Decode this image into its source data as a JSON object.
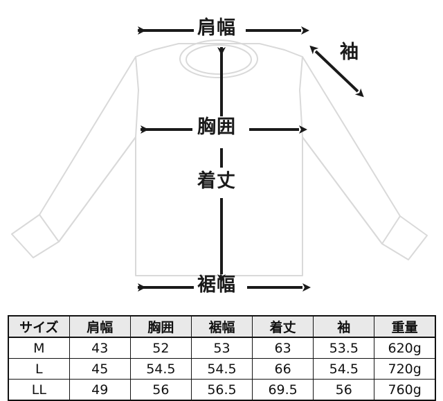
{
  "diagram": {
    "labels": {
      "shoulder": "肩幅",
      "chest": "胸囲",
      "length": "着丈",
      "hem": "裾幅",
      "sleeve": "袖"
    },
    "colors": {
      "garment_outline": "#d9d9d9",
      "arrow": "#1a1a1a",
      "background": "#ffffff"
    }
  },
  "table": {
    "headers": [
      "サイズ",
      "肩幅",
      "胸囲",
      "裾幅",
      "着丈",
      "袖",
      "重量"
    ],
    "rows": [
      [
        "M",
        "43",
        "52",
        "53",
        "63",
        "53.5",
        "620g"
      ],
      [
        "L",
        "45",
        "54.5",
        "54.5",
        "66",
        "54.5",
        "720g"
      ],
      [
        "LL",
        "49",
        "56",
        "56.5",
        "69.5",
        "56",
        "760g"
      ]
    ],
    "header_background": "#e9e9e9",
    "border_color": "#111111"
  }
}
